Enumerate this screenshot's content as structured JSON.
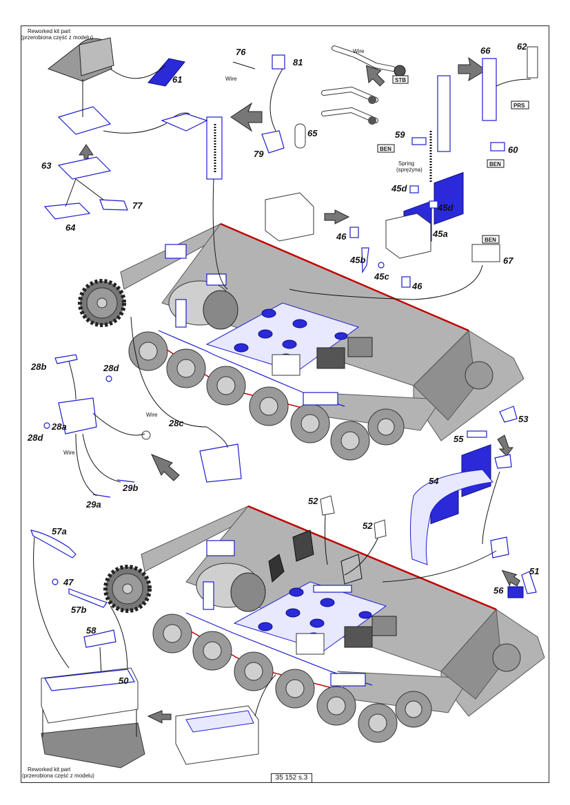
{
  "sheet_reference": "35 152 s.3",
  "notes": {
    "reworked_top": [
      "Reworked kit part",
      "(przerobiona część z modelu)"
    ],
    "reworked_bottom": [
      "Reworked kit part",
      "(przerobiona część z modelu)"
    ],
    "spring": [
      "Spring",
      "(sprężyna)"
    ],
    "wire": "Wire"
  },
  "tags": {
    "stb": "STB",
    "prs": "PRS",
    "ben_59": "BEN",
    "ben_60": "BEN",
    "ben_67": "BEN"
  },
  "part_numbers": {
    "p61": "61",
    "p63": "63",
    "p64": "64",
    "p77": "77",
    "p76": "76",
    "p81": "81",
    "p79": "79",
    "p65": "65",
    "p59": "59",
    "p66": "66",
    "p62": "62",
    "p60": "60",
    "p45d_a": "45d",
    "p45d_b": "45d",
    "p45a": "45a",
    "p45b": "45b",
    "p45c": "45c",
    "p46_a": "46",
    "p46_b": "46",
    "p67": "67",
    "p28b": "28b",
    "p28d_a": "28d",
    "p28d_b": "28d",
    "p28a": "28a",
    "p28c": "28c",
    "p29a": "29a",
    "p29b": "29b",
    "p53": "53",
    "p55": "55",
    "p54": "54",
    "p52_a": "52",
    "p52_b": "52",
    "p51": "51",
    "p56": "56",
    "p57a": "57a",
    "p47": "47",
    "p57b": "57b",
    "p58": "58",
    "p50": "50"
  },
  "icons": {
    "direction_arrow": "grey-arrow-icon",
    "sprocket": "sprocket-icon",
    "road_wheel": "road-wheel-icon",
    "engine_grille": "mesh-grille-icon"
  },
  "colors": {
    "etch_outline": "#1a1ad0",
    "etch_fill": "#2a2ad8",
    "hull": "#b3b3b3",
    "hull_edge": "#c00000",
    "arrow": "#777777"
  }
}
